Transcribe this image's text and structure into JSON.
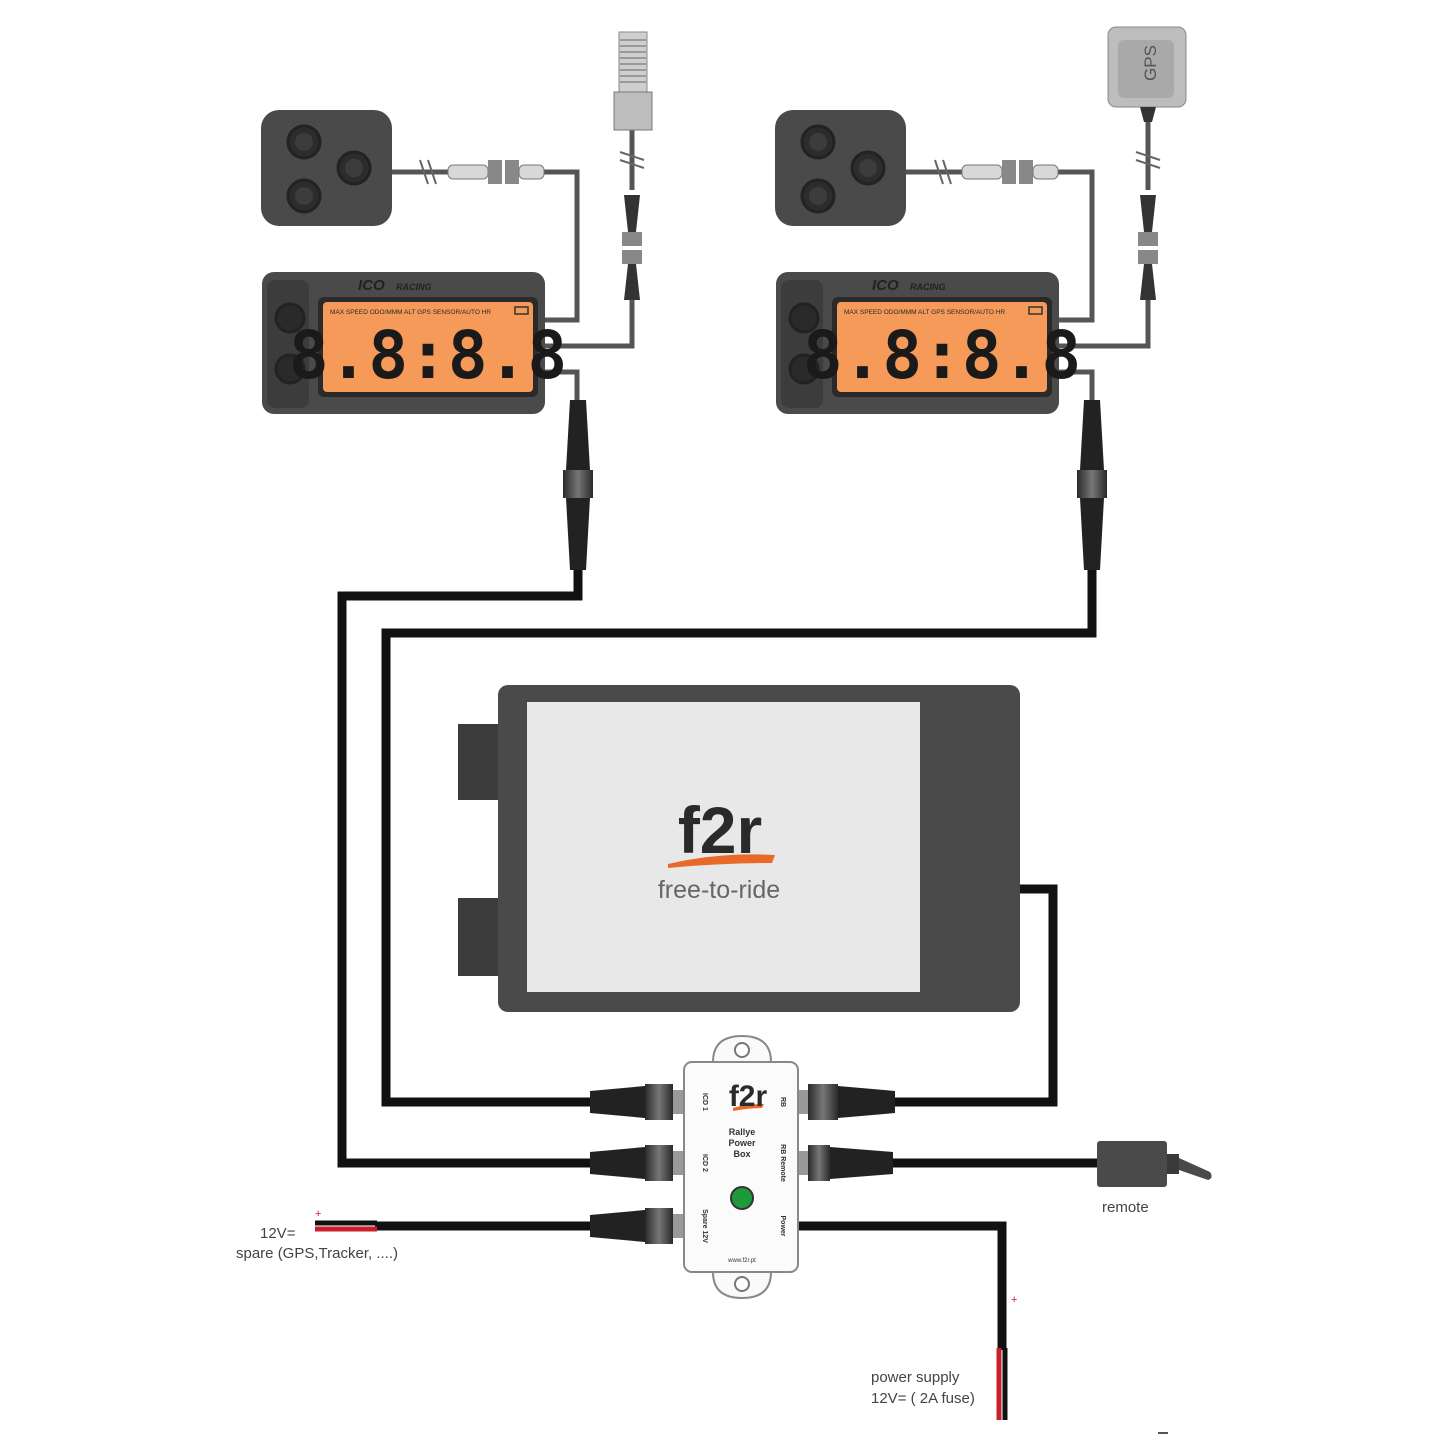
{
  "devices": {
    "left_display": {
      "brand": "ICO",
      "brand_sub": "RACING",
      "lcd_header": "MAX SPEED ODO/MMM ALT GPS SENSOR/AUTO HR",
      "lcd_digits": "8.8:8.8"
    },
    "right_display": {
      "brand": "ICO",
      "brand_sub": "RACING",
      "lcd_header": "MAX SPEED ODO/MMM ALT GPS SENSOR/AUTO HR",
      "lcd_digits": "8.8:8.8"
    },
    "gps_antenna": {
      "label": "GPS"
    }
  },
  "roadbook": {
    "logo": "f2r",
    "tagline": "free-to-ride"
  },
  "power_box": {
    "logo": "f2r",
    "title_line1": "Rallye",
    "title_line2": "Power",
    "title_line3": "Box",
    "port_icd1": "ICD 1",
    "port_icd2": "ICD 2",
    "port_spare": "Spare 12V",
    "port_rb": "RB",
    "port_remote": "RB Remote",
    "port_power": "Power",
    "url": "www.f2r.pt"
  },
  "labels": {
    "spare_voltage": "12V=",
    "spare_desc": "spare (GPS,Tracker, ....)",
    "remote": "remote",
    "power_line1": "power supply",
    "power_line2": "12V= ( 2A fuse)",
    "plus_sign": "+"
  },
  "colors": {
    "lcd": "#f59a58",
    "logo_orange": "#e86a28",
    "device_body": "#4a4a4a",
    "cable": "#111111",
    "power_red": "#c8202a",
    "led_green": "#1f9a3a"
  }
}
